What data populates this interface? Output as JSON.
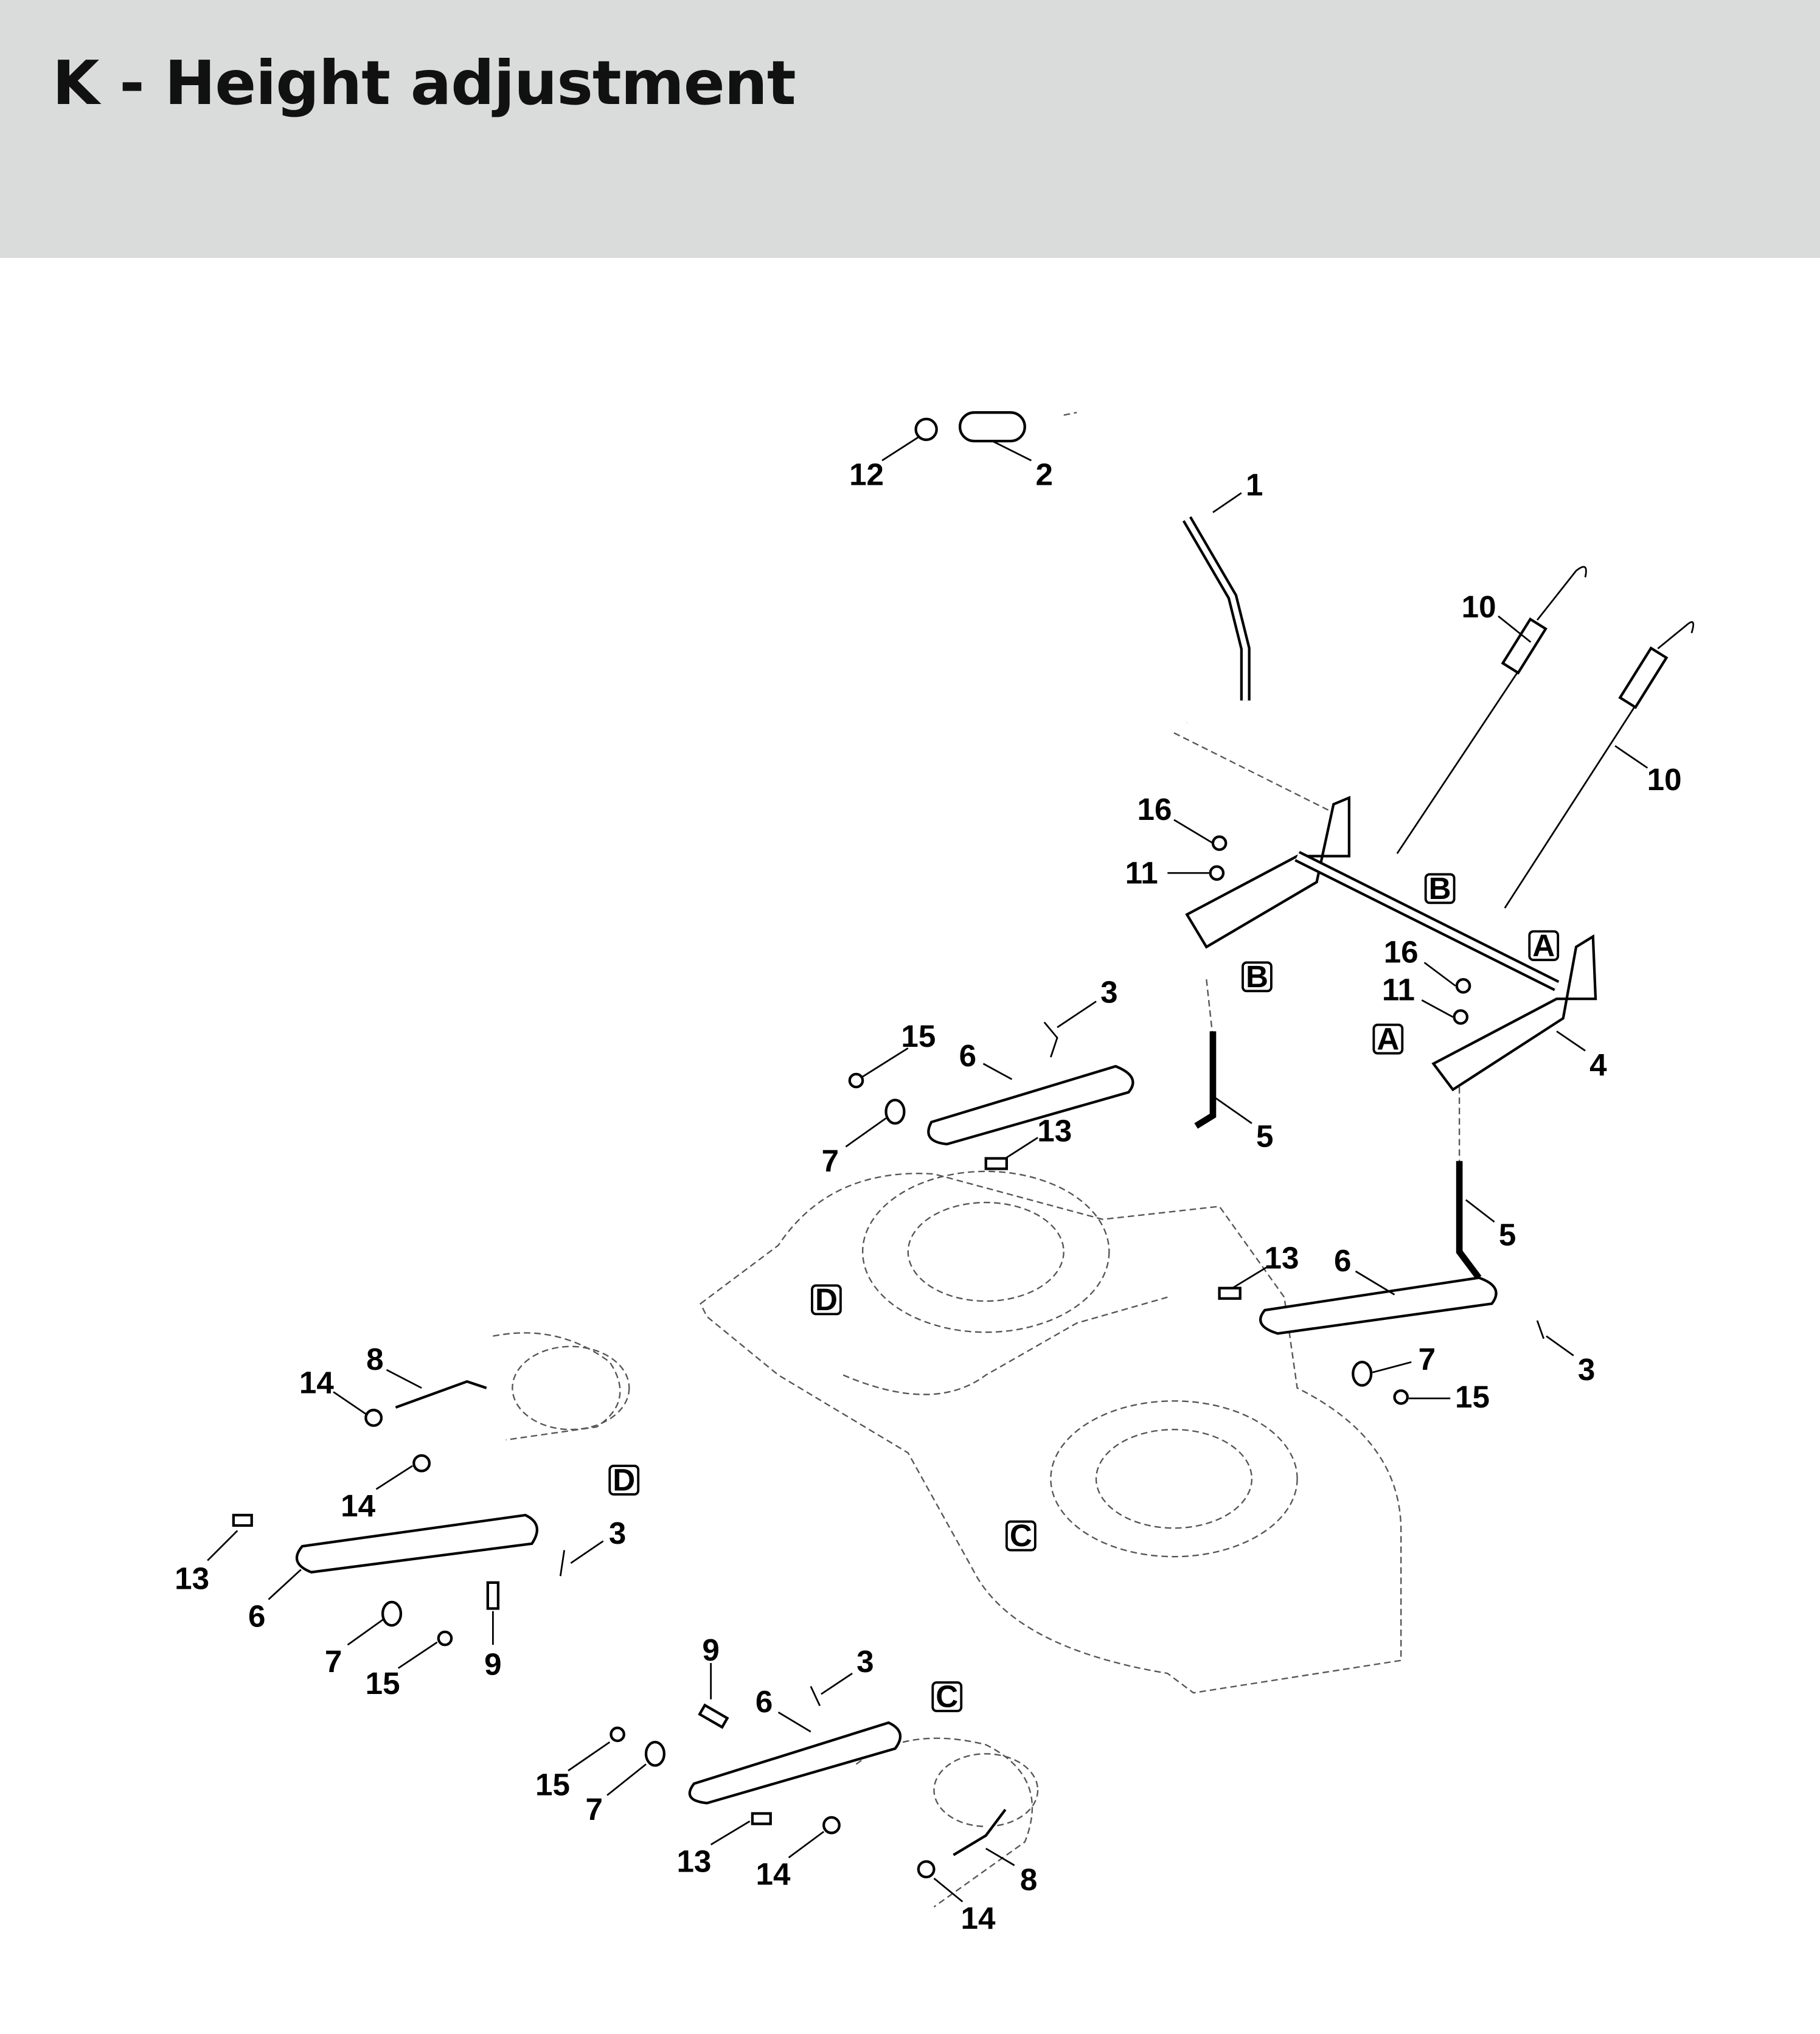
{
  "header": {
    "title": "K - Height adjustment"
  },
  "callouts": [
    "12",
    "2",
    "1",
    "10",
    "10",
    "16",
    "11",
    "16",
    "11",
    "4",
    "3",
    "15",
    "6",
    "13",
    "7",
    "5",
    "5",
    "13",
    "6",
    "7",
    "3",
    "15",
    "8",
    "14",
    "14",
    "3",
    "13",
    "6",
    "7",
    "9",
    "15",
    "9",
    "3",
    "6",
    "15",
    "7",
    "13",
    "14",
    "8",
    "14"
  ],
  "reference_letters": [
    "B",
    "A",
    "B",
    "A",
    "D",
    "D",
    "C",
    "C"
  ]
}
